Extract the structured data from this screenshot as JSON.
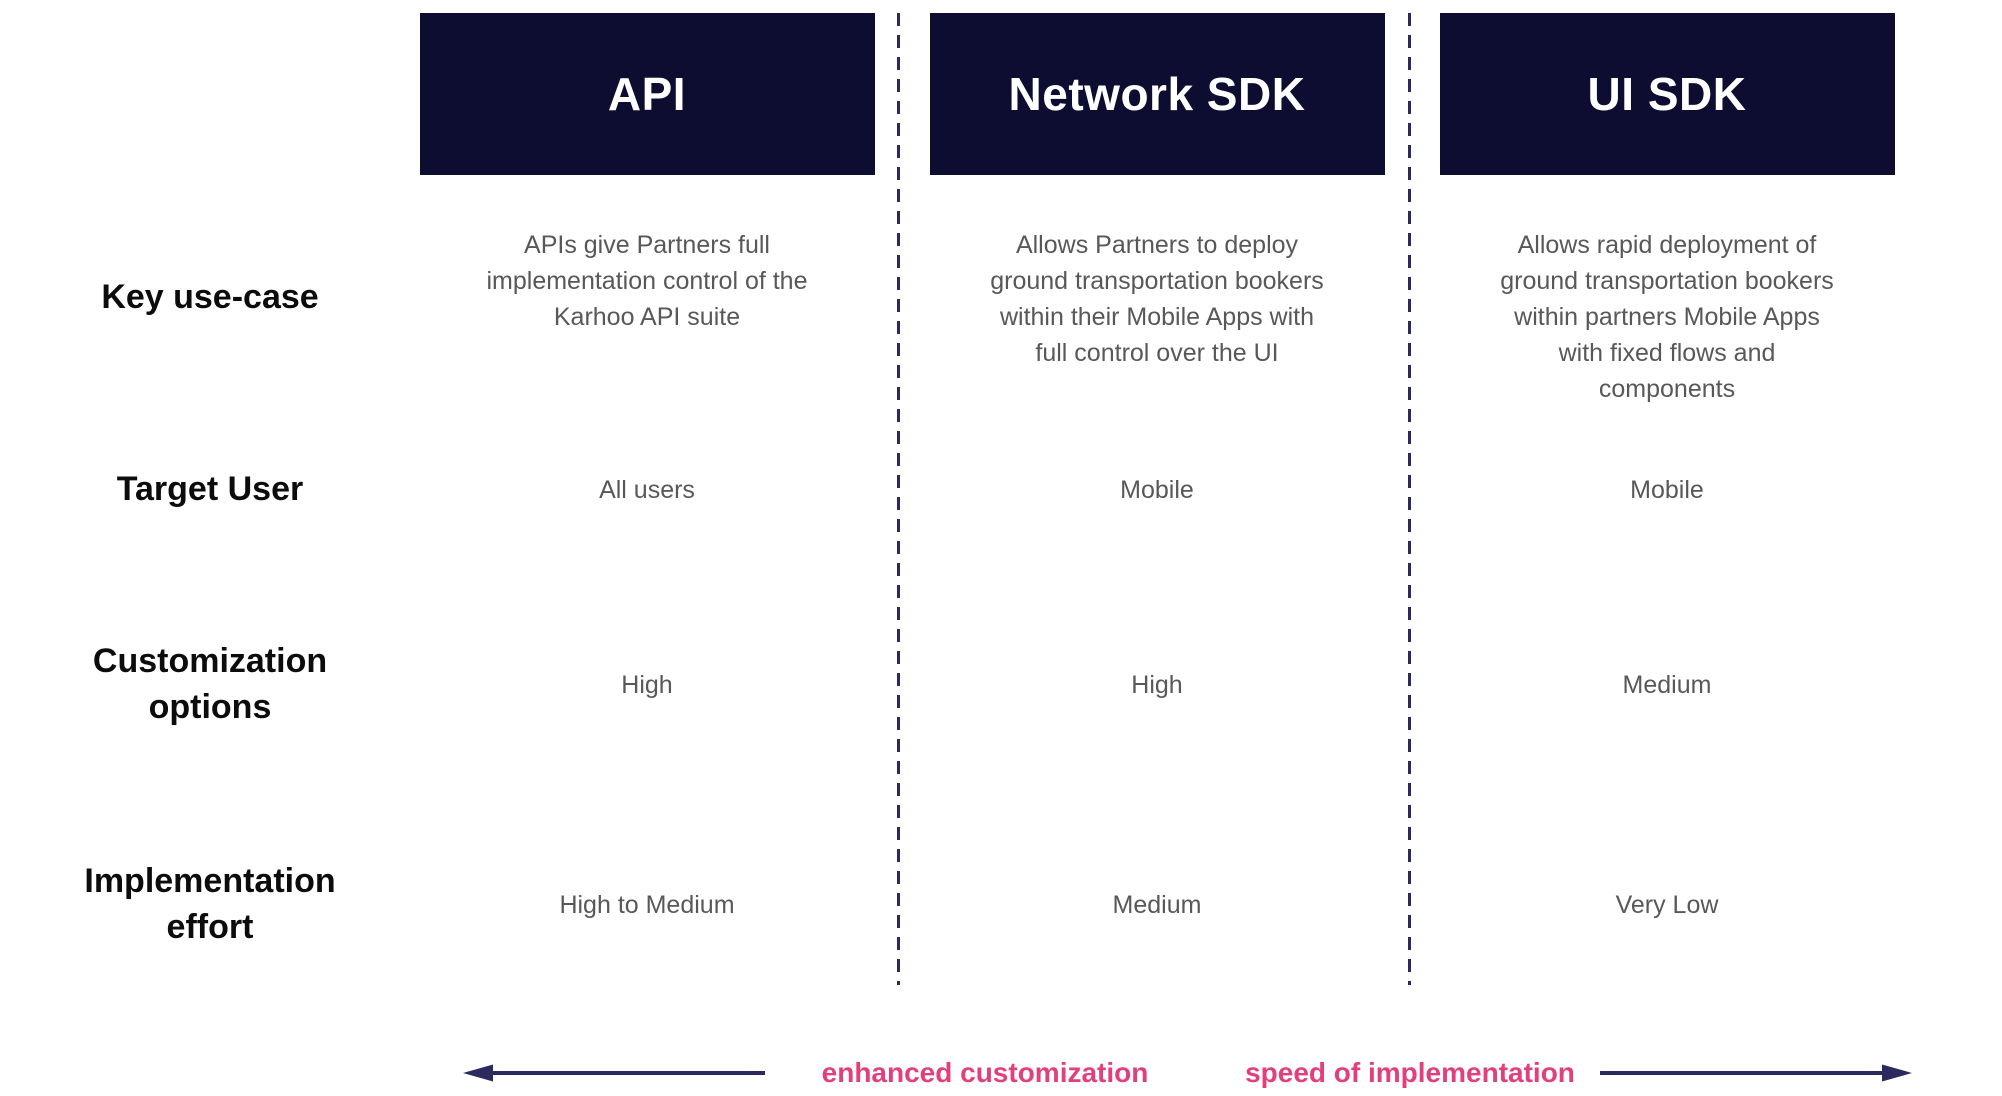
{
  "row_labels": {
    "key_use_case": "Key use-case",
    "target_user": "Target User",
    "customization": "Customization\noptions",
    "implementation": "Implementation\neffort"
  },
  "columns": [
    {
      "header": "API",
      "key_use_case": "APIs give Partners full\nimplementation control of the\nKarhoo API suite",
      "target_user": "All users",
      "customization": "High",
      "implementation": "High to Medium"
    },
    {
      "header": "Network SDK",
      "key_use_case": "Allows Partners to deploy\nground transportation bookers\nwithin their Mobile Apps with\nfull control over the UI",
      "target_user": "Mobile",
      "customization": "High",
      "implementation": "Medium"
    },
    {
      "header": "UI SDK",
      "key_use_case": "Allows rapid deployment of\nground transportation bookers\nwithin partners Mobile Apps\nwith fixed flows and\ncomponents",
      "target_user": "Mobile",
      "customization": "Medium",
      "implementation": "Very Low"
    }
  ],
  "legend": {
    "left_label": "enhanced customization",
    "right_label": "speed of implementation"
  },
  "icons": {
    "left_arrow": "arrow-left-icon",
    "right_arrow": "arrow-right-icon"
  },
  "colors": {
    "header_bg": "#0d0d31",
    "header_text": "#ffffff",
    "accent_pink": "#e2407d",
    "line_navy": "#2a2a5e",
    "body_text": "#58585b",
    "label_text": "#0c0c0c"
  }
}
